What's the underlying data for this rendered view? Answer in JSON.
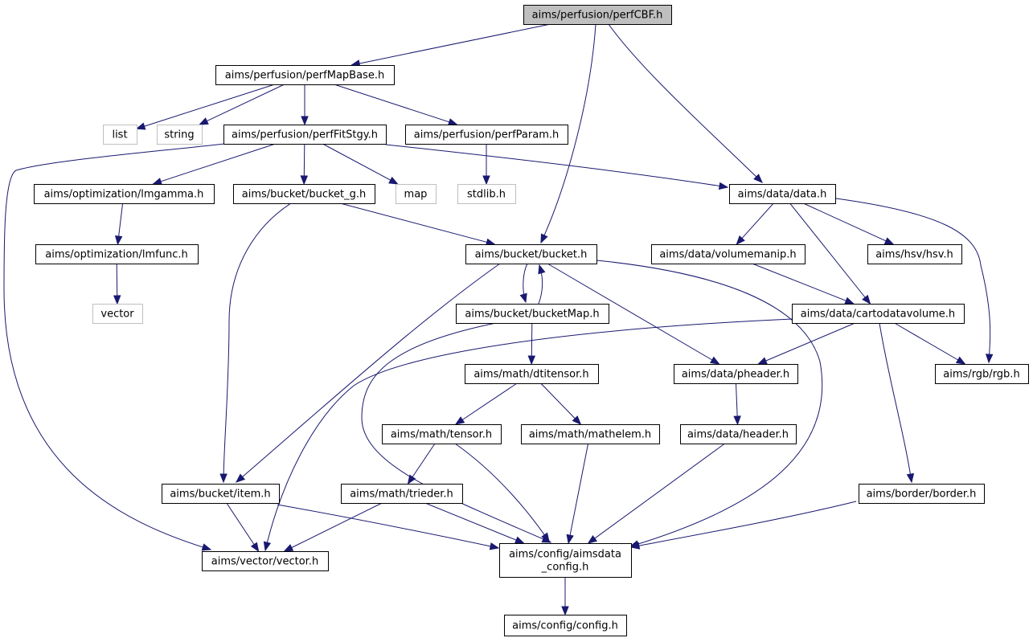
{
  "colors": {
    "edge": "#191970",
    "node_border": "#000000",
    "node_fill": "#ffffff",
    "root_fill": "#bfbfbf",
    "external_border": "#bfbfbf"
  },
  "nodes": [
    {
      "id": "perfCBF",
      "label": "aims/perfusion/perfCBF.h",
      "kind": "root"
    },
    {
      "id": "perfMapBase",
      "label": "aims/perfusion/perfMapBase.h",
      "kind": "header"
    },
    {
      "id": "list",
      "label": "list",
      "kind": "external"
    },
    {
      "id": "string",
      "label": "string",
      "kind": "external"
    },
    {
      "id": "perfFitStgy",
      "label": "aims/perfusion/perfFitStgy.h",
      "kind": "header"
    },
    {
      "id": "perfParam",
      "label": "aims/perfusion/perfParam.h",
      "kind": "header"
    },
    {
      "id": "lmgamma",
      "label": "aims/optimization/lmgamma.h",
      "kind": "header"
    },
    {
      "id": "bucket_g",
      "label": "aims/bucket/bucket_g.h",
      "kind": "header"
    },
    {
      "id": "map",
      "label": "map",
      "kind": "external"
    },
    {
      "id": "stdlib",
      "label": "stdlib.h",
      "kind": "external"
    },
    {
      "id": "data",
      "label": "aims/data/data.h",
      "kind": "header"
    },
    {
      "id": "lmfunc",
      "label": "aims/optimization/lmfunc.h",
      "kind": "header"
    },
    {
      "id": "bucket",
      "label": "aims/bucket/bucket.h",
      "kind": "header"
    },
    {
      "id": "volumemanip",
      "label": "aims/data/volumemanip.h",
      "kind": "header"
    },
    {
      "id": "hsv",
      "label": "aims/hsv/hsv.h",
      "kind": "header"
    },
    {
      "id": "vector",
      "label": "vector",
      "kind": "external"
    },
    {
      "id": "bucketMap",
      "label": "aims/bucket/bucketMap.h",
      "kind": "header"
    },
    {
      "id": "cartodatavolume",
      "label": "aims/data/cartodatavolume.h",
      "kind": "header"
    },
    {
      "id": "dtitensor",
      "label": "aims/math/dtitensor.h",
      "kind": "header"
    },
    {
      "id": "pheader",
      "label": "aims/data/pheader.h",
      "kind": "header"
    },
    {
      "id": "rgb",
      "label": "aims/rgb/rgb.h",
      "kind": "header"
    },
    {
      "id": "tensor",
      "label": "aims/math/tensor.h",
      "kind": "header"
    },
    {
      "id": "mathelem",
      "label": "aims/math/mathelem.h",
      "kind": "header"
    },
    {
      "id": "header",
      "label": "aims/data/header.h",
      "kind": "header"
    },
    {
      "id": "item",
      "label": "aims/bucket/item.h",
      "kind": "header"
    },
    {
      "id": "trieder",
      "label": "aims/math/trieder.h",
      "kind": "header"
    },
    {
      "id": "border",
      "label": "aims/border/border.h",
      "kind": "header"
    },
    {
      "id": "vectorh",
      "label": "aims/vector/vector.h",
      "kind": "header"
    },
    {
      "id": "aimsdata_config",
      "label": "aims/config/aimsdata\n_config.h",
      "kind": "header"
    },
    {
      "id": "config",
      "label": "aims/config/config.h",
      "kind": "header"
    }
  ],
  "edges": [
    {
      "from": "perfCBF",
      "to": "perfMapBase"
    },
    {
      "from": "perfCBF",
      "to": "bucket"
    },
    {
      "from": "perfCBF",
      "to": "data"
    },
    {
      "from": "perfMapBase",
      "to": "list"
    },
    {
      "from": "perfMapBase",
      "to": "string"
    },
    {
      "from": "perfMapBase",
      "to": "perfFitStgy"
    },
    {
      "from": "perfMapBase",
      "to": "perfParam"
    },
    {
      "from": "perfFitStgy",
      "to": "lmgamma"
    },
    {
      "from": "perfFitStgy",
      "to": "bucket_g"
    },
    {
      "from": "perfFitStgy",
      "to": "map"
    },
    {
      "from": "perfFitStgy",
      "to": "data"
    },
    {
      "from": "perfFitStgy",
      "to": "vectorh"
    },
    {
      "from": "perfParam",
      "to": "stdlib"
    },
    {
      "from": "lmgamma",
      "to": "lmfunc"
    },
    {
      "from": "lmfunc",
      "to": "vector"
    },
    {
      "from": "bucket_g",
      "to": "bucket"
    },
    {
      "from": "bucket_g",
      "to": "item"
    },
    {
      "from": "data",
      "to": "volumemanip"
    },
    {
      "from": "data",
      "to": "hsv"
    },
    {
      "from": "data",
      "to": "cartodatavolume"
    },
    {
      "from": "data",
      "to": "rgb"
    },
    {
      "from": "bucket",
      "to": "bucketMap"
    },
    {
      "from": "bucket",
      "to": "pheader"
    },
    {
      "from": "bucket",
      "to": "item"
    },
    {
      "from": "bucket",
      "to": "aimsdata_config"
    },
    {
      "from": "bucketMap",
      "to": "bucket"
    },
    {
      "from": "bucketMap",
      "to": "dtitensor"
    },
    {
      "from": "bucketMap",
      "to": "aimsdata_config"
    },
    {
      "from": "volumemanip",
      "to": "cartodatavolume"
    },
    {
      "from": "cartodatavolume",
      "to": "pheader"
    },
    {
      "from": "cartodatavolume",
      "to": "rgb"
    },
    {
      "from": "cartodatavolume",
      "to": "border"
    },
    {
      "from": "cartodatavolume",
      "to": "vectorh"
    },
    {
      "from": "dtitensor",
      "to": "tensor"
    },
    {
      "from": "dtitensor",
      "to": "mathelem"
    },
    {
      "from": "pheader",
      "to": "header"
    },
    {
      "from": "tensor",
      "to": "trieder"
    },
    {
      "from": "tensor",
      "to": "aimsdata_config"
    },
    {
      "from": "mathelem",
      "to": "aimsdata_config"
    },
    {
      "from": "header",
      "to": "aimsdata_config"
    },
    {
      "from": "item",
      "to": "vectorh"
    },
    {
      "from": "item",
      "to": "aimsdata_config"
    },
    {
      "from": "trieder",
      "to": "vectorh"
    },
    {
      "from": "trieder",
      "to": "aimsdata_config"
    },
    {
      "from": "border",
      "to": "aimsdata_config"
    },
    {
      "from": "aimsdata_config",
      "to": "config"
    }
  ]
}
